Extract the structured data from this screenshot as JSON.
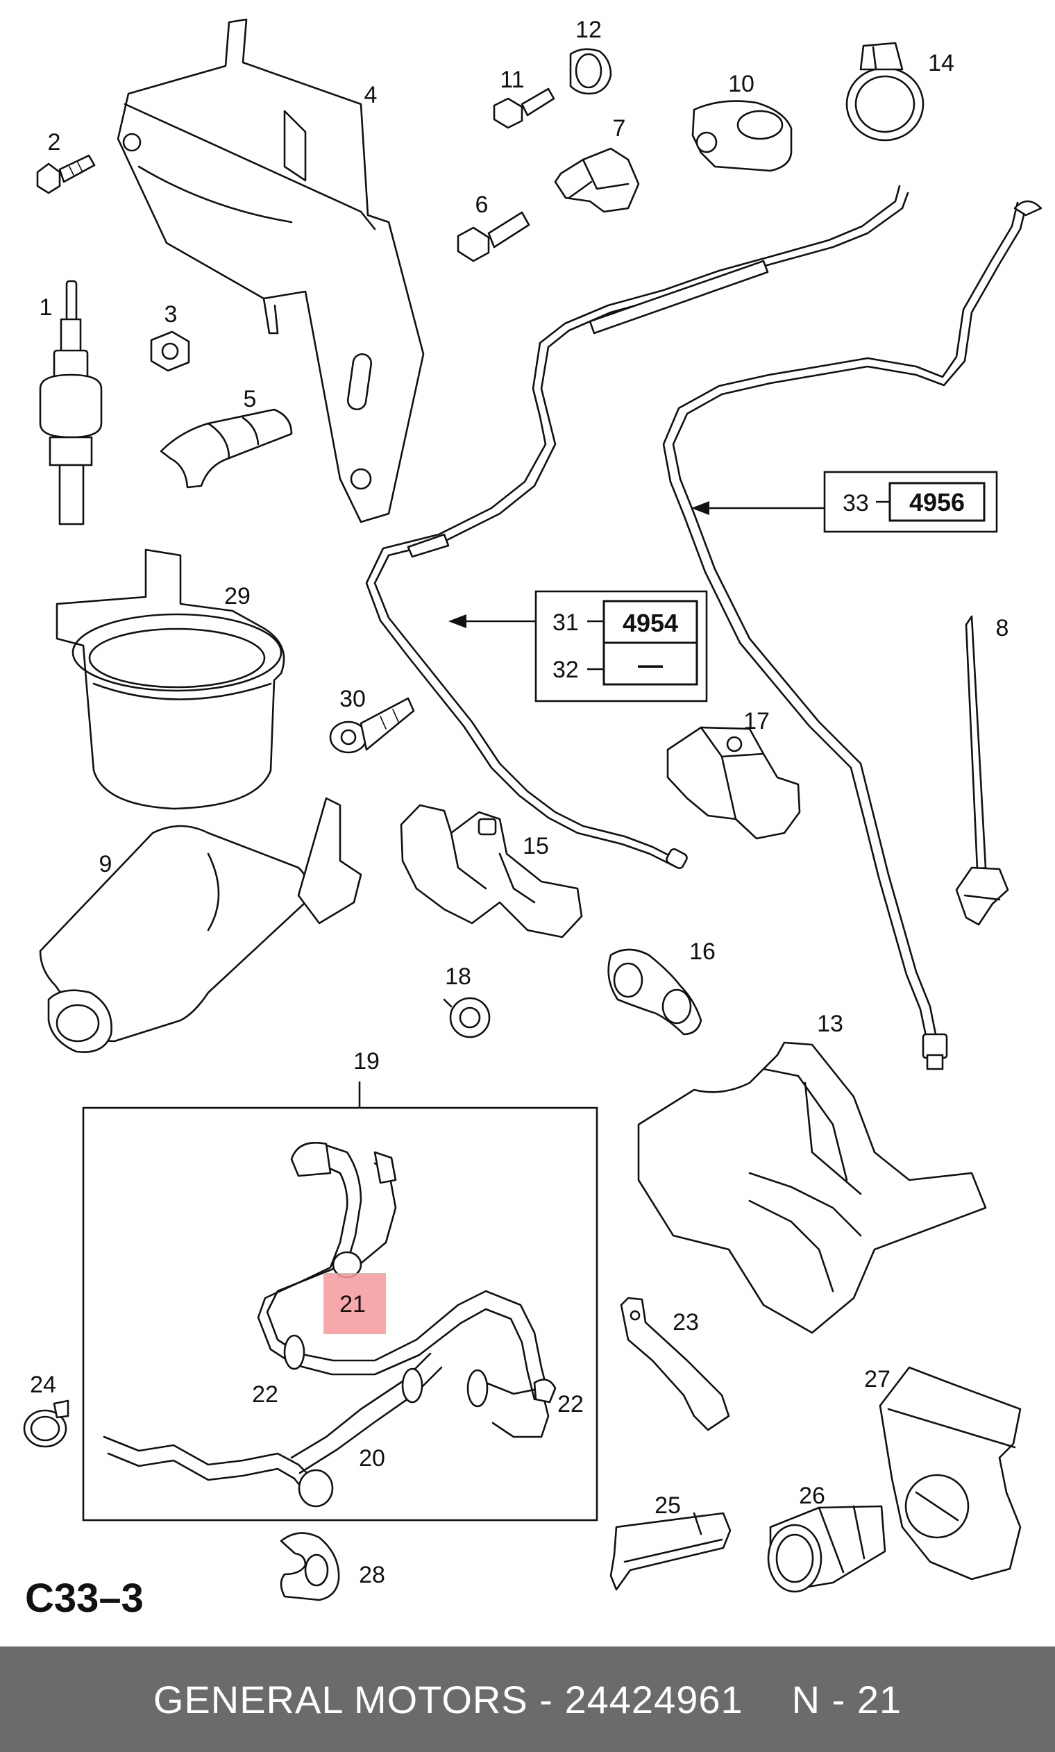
{
  "diagram": {
    "code": "C33–3",
    "highlight_color": "#f4999b",
    "callouts": {
      "c1": "1",
      "c2": "2",
      "c3": "3",
      "c4": "4",
      "c5": "5",
      "c6": "6",
      "c7": "7",
      "c8": "8",
      "c9": "9",
      "c10": "10",
      "c11": "11",
      "c12": "12",
      "c13": "13",
      "c14": "14",
      "c15": "15",
      "c16": "16",
      "c17": "17",
      "c18": "18",
      "c19": "19",
      "c20": "20",
      "c21": "21",
      "c22a": "22",
      "c22b": "22",
      "c23": "23",
      "c24": "24",
      "c25": "25",
      "c26": "26",
      "c27": "27",
      "c28": "28",
      "c29": "29",
      "c30": "30"
    },
    "ref_box_33": {
      "item": "33",
      "value": "4956"
    },
    "ref_box_31_32": {
      "item_a": "31",
      "value_a": "4954",
      "item_b": "32",
      "value_b": "—"
    }
  },
  "footer": {
    "part_text": "GENERAL MOTORS - 24424961",
    "position_text": "N - 21"
  }
}
